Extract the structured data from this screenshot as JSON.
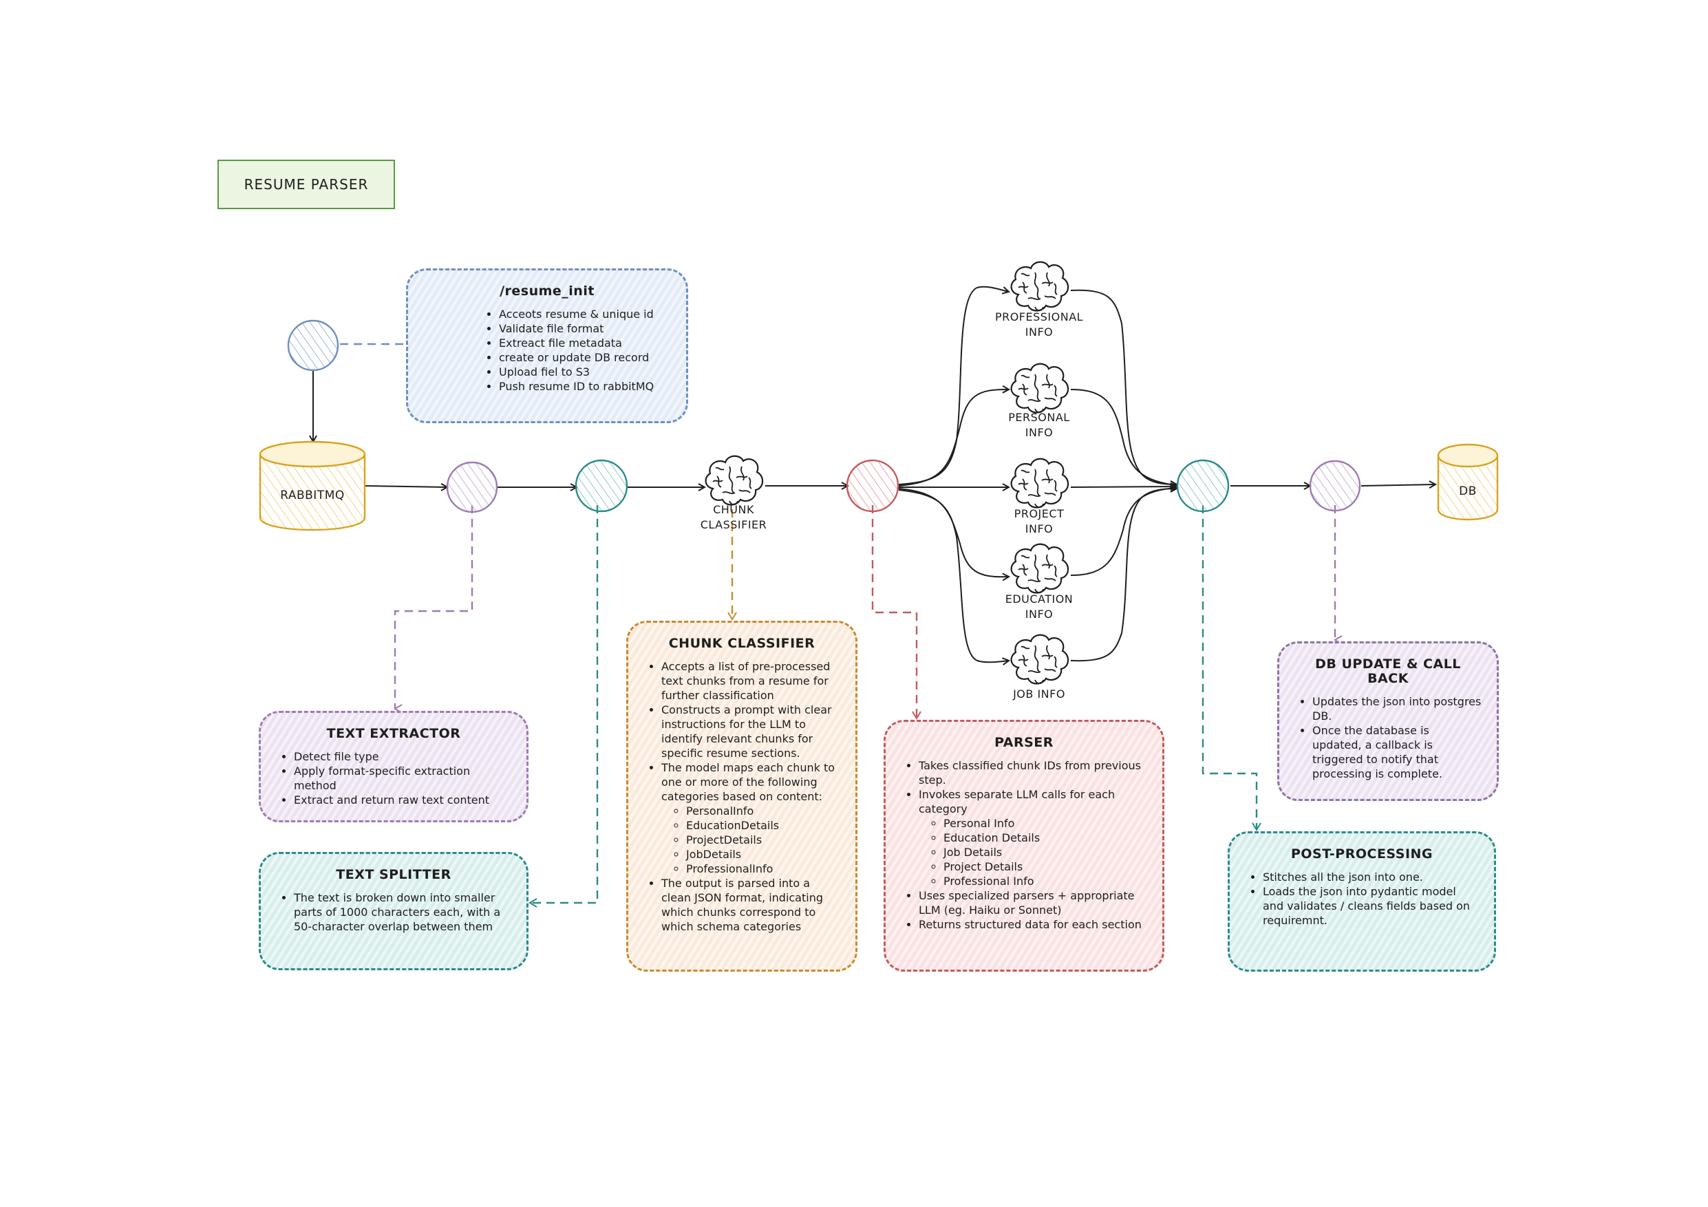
{
  "title": "RESUME PARSER",
  "nodes": {
    "rabbitmq": "RABBITMQ",
    "db": "DB",
    "chunk_classifier": "CHUNK\nCLASSIFIER",
    "professional_info": "PROFESSIONAL\nINFO",
    "personal_info": "PERSONAL\nINFO",
    "project_info": "PROJECT\nINFO",
    "education_info": "EDUCATION\nINFO",
    "job_info": "JOB INFO"
  },
  "colors": {
    "blue": "#6f8fbd",
    "purple": "#9d7bb0",
    "teal": "#2b8a8a",
    "orange": "#c98a2c",
    "red": "#c35a5d",
    "yellow": "#d9a21f",
    "green": "#5a9a42"
  },
  "notes": {
    "resume_init": {
      "title": "/resume_init",
      "items": [
        "Acceots resume & unique id",
        "Validate file format",
        "Extreact file metadata",
        "create or update DB record",
        "Upload fiel to S3",
        "Push resume ID to rabbitMQ"
      ]
    },
    "text_extractor": {
      "title": "TEXT EXTRACTOR",
      "items": [
        "Detect file type",
        "Apply format-specific extraction method",
        "Extract and return raw text content"
      ]
    },
    "text_splitter": {
      "title": "TEXT SPLITTER",
      "items": [
        "The text is broken down into smaller parts of 1000 characters each, with a 50-character overlap between them"
      ]
    },
    "chunk_classifier": {
      "title": "CHUNK CLASSIFIER",
      "items": [
        "Accepts a list of pre-processed text chunks from a resume for further classification",
        "Constructs a prompt with clear instructions for the LLM to identify relevant chunks for specific resume sections.",
        "The model maps each chunk to one or more of the following categories based on content:"
      ],
      "subitems": [
        "PersonalInfo",
        "EducationDetails",
        "ProjectDetails",
        "JobDetails",
        "ProfessionalInfo"
      ],
      "last_item": "The output is parsed into a clean JSON format, indicating which chunks correspond to which schema categories"
    },
    "parser": {
      "title": "PARSER",
      "items": [
        "Takes classified chunk IDs from previous step.",
        "Invokes separate LLM calls for each category"
      ],
      "subitems": [
        "Personal Info",
        "Education Details",
        "Job Details",
        "Project Details",
        "Professional Info"
      ],
      "after_items": [
        "Uses specialized parsers + appropriate LLM (eg. Haiku or Sonnet)",
        "Returns structured data for each section"
      ]
    },
    "db_update": {
      "title": "DB UPDATE & CALL BACK",
      "items": [
        "Updates the json into postgres DB.",
        "Once the database is updated, a callback is triggered to notify that processing is complete."
      ]
    },
    "post_processing": {
      "title": "POST-PROCESSING",
      "items": [
        "Stitches all the json into one.",
        "Loads the json into pydantic model and validates / cleans fields based on requiremnt."
      ]
    }
  }
}
